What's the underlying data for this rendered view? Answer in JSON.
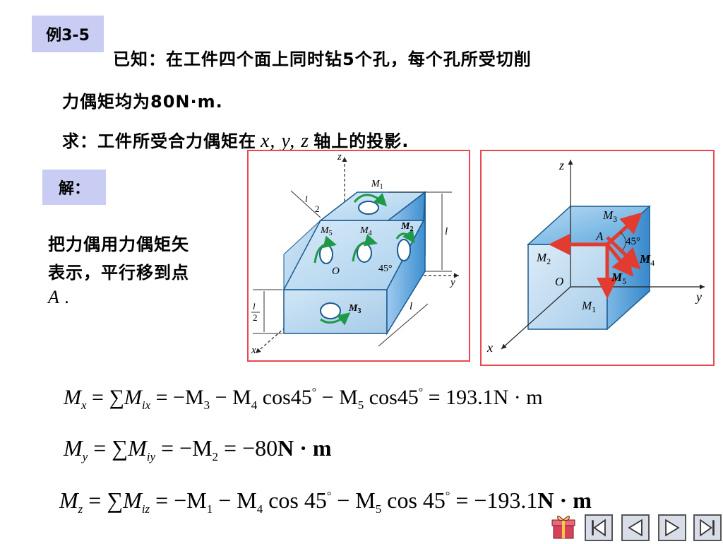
{
  "example_tag": "例3-5",
  "problem": {
    "line1": "已知：在工件四个面上同时钻5个孔，每个孔所受切削",
    "line2": "力偶矩均为80N·m.",
    "line3_before": "求：工件所受合力偶矩在",
    "line3_vars": "x, y, z",
    "line3_after": "轴上的投影."
  },
  "solution_tag": "解：",
  "solution": {
    "line1": "把力偶用力偶矩矢",
    "line2": "表示，平行移到点",
    "line3": "A ."
  },
  "figure_left": {
    "z": "z",
    "x": "x",
    "y": "y",
    "o": "O",
    "m1": "M",
    "m1_sub": "1",
    "m2": "M",
    "m2_sub": "2",
    "m3": "M",
    "m3_sub": "3",
    "m4": "M",
    "m4_sub": "4",
    "m5": "M",
    "m5_sub": "5",
    "angle": "45°",
    "l": "l",
    "half_l_num": "l",
    "half_l_den": "2"
  },
  "figure_right": {
    "z": "z",
    "x": "x",
    "y": "y",
    "o": "O",
    "a": "A",
    "m1": "M",
    "m1_sub": "1",
    "m2": "M",
    "m2_sub": "2",
    "m3": "M",
    "m3_sub": "3",
    "m4": "M",
    "m4_sub": "4",
    "m5": "M",
    "m5_sub": "5",
    "angle": "45°"
  },
  "formulas": {
    "mx": {
      "lhs": "M",
      "lhs_sub": "x",
      "sum": "= ∑",
      "sum_term": "M",
      "sum_sub": "ix",
      "rhs": "= −M",
      "rhs_sub1": "3",
      "t2": " − M",
      "t2_sub": "4",
      "t2_cos": " cos45",
      "deg": "°",
      "t3": " − M",
      "t3_sub": "5",
      "t3_cos": " cos45",
      "result": " = 193.1N · m"
    },
    "my": {
      "lhs": "M",
      "lhs_sub": "y",
      "sum": "= ∑",
      "sum_term": "M",
      "sum_sub": "iy",
      "rhs": "= −M",
      "rhs_sub1": "2",
      "result": " = −80",
      "unit": "N · m"
    },
    "mz": {
      "lhs": "M",
      "lhs_sub": "z",
      "sum": "= ∑",
      "sum_term": "M",
      "sum_sub": "iz",
      "rhs": "= −M",
      "rhs_sub1": "1",
      "t2": " − M",
      "t2_sub": "4",
      "t2_cos": " cos 45",
      "deg": "°",
      "t3": " − M",
      "t3_sub": "5",
      "t3_cos": " cos 45",
      "result": " = −193.1",
      "unit": "N · m"
    }
  },
  "nav": {
    "first_icon": "first-slide-icon",
    "prev_icon": "prev-slide-icon",
    "next_icon": "next-slide-icon",
    "last_icon": "last-slide-icon",
    "home_icon": "home-gift-icon"
  },
  "colors": {
    "tag_bg": "#c9cdf3",
    "cube_face": "#5aa6dc",
    "frame_border": "#e8484f",
    "arrow_red": "#e23b2f",
    "arrow_green": "#1e9a46"
  }
}
